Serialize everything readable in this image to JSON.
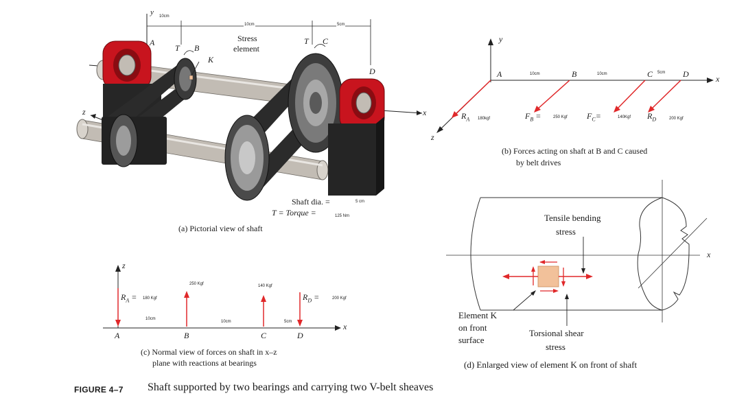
{
  "panel_a": {
    "axis_y": "y",
    "axis_z": "z",
    "axis_x": "x",
    "dim_a_b": "10cm",
    "dim_b_c": "10cm",
    "dim_c_d": "5cm",
    "stress_element_line1": "Stress",
    "stress_element_line2": "element",
    "label_a": "A",
    "label_t1": "T",
    "label_b": "B",
    "label_k": "K",
    "label_t2": "T",
    "label_c": "C",
    "label_d": "D",
    "shaft_dia_label": "Shaft dia. =",
    "shaft_dia_value": "5 cm",
    "torque_label": "T = Torque =",
    "torque_value": "125 Nm",
    "caption": "(a) Pictorial view of shaft",
    "colors": {
      "bearing": "#c8141e",
      "belt": "#2b2b2b",
      "shaft": "#b9b3ab",
      "block": "#252525"
    }
  },
  "panel_b": {
    "axis_y": "y",
    "axis_x": "x",
    "axis_z": "z",
    "label_a": "A",
    "label_b": "B",
    "label_c": "C",
    "label_d": "D",
    "dim_ab": "10cm",
    "dim_bc": "10cm",
    "dim_cd": "5cm",
    "ra_label": "R",
    "ra_sub": "A",
    "ra_value": "180kgf",
    "fb_label": "F",
    "fb_sub": "B",
    "fb_eq": "=",
    "fb_value": "250 Kgf",
    "fc_label": "F",
    "fc_sub": "C",
    "fc_eq": "=",
    "fc_value": "140Kgf",
    "rd_label": "R",
    "rd_sub": "D",
    "rd_value": "200 Kgf",
    "caption_line1": "(b) Forces acting on shaft at B and C caused",
    "caption_line2": "by belt drives",
    "arrow_color": "#e0282a"
  },
  "panel_c": {
    "axis_z": "z",
    "axis_x": "x",
    "ra_label": "R",
    "ra_sub": "A",
    "ra_eq": "=",
    "ra_value": "180 Kgf",
    "fb_value": "250 Kgf",
    "fc_value": "140 Kgf",
    "rd_label": "R",
    "rd_sub": "D",
    "rd_eq": "=",
    "rd_value": "200 Kgf",
    "dim_ab": "10cm",
    "dim_bc": "10cm",
    "dim_cd": "5cm",
    "label_a": "A",
    "label_b": "B",
    "label_c": "C",
    "label_d": "D",
    "caption_line1": "(c) Normal view of forces on shaft in x–z",
    "caption_line2": "plane with reactions at bearings"
  },
  "panel_d": {
    "tensile_line1": "Tensile bending",
    "tensile_line2": "stress",
    "element_line1": "Element K",
    "element_line2": "on front",
    "element_line3": "surface",
    "torsional_line1": "Torsional shear",
    "torsional_line2": "stress",
    "axis_x": "x",
    "caption": "(d) Enlarged view of element K on front of shaft",
    "element_color": "#f2c19a"
  },
  "figure": {
    "label": "FIGURE 4–7",
    "title": "Shaft supported by two bearings and carrying two V-belt sheaves"
  }
}
